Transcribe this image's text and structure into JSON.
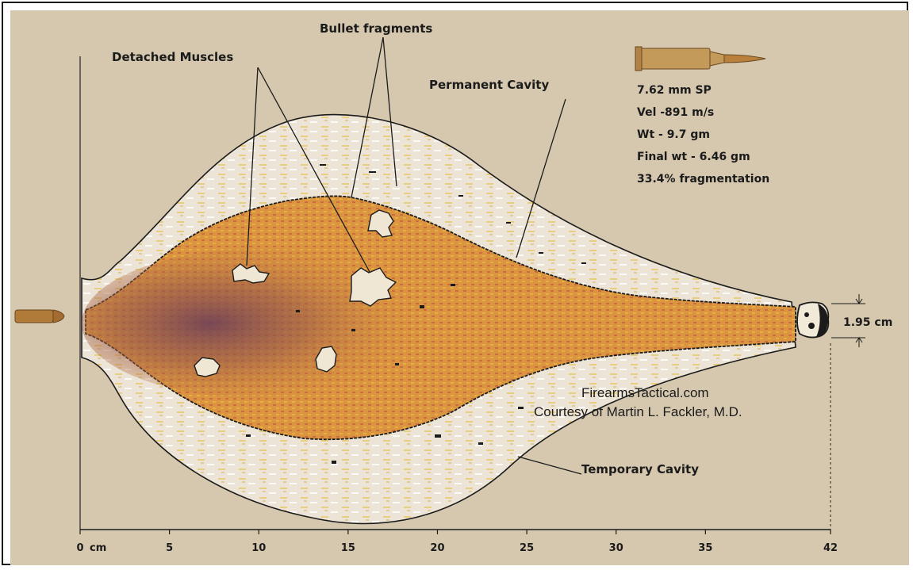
{
  "labels": {
    "detached_muscles": "Detached Muscles",
    "bullet_fragments": "Bullet fragments",
    "permanent_cavity": "Permanent Cavity",
    "temporary_cavity": "Temporary Cavity",
    "diameter": "1.95 cm"
  },
  "specs": [
    "7.62 mm SP",
    "Vel -891 m/s",
    "Wt - 9.7 gm",
    "Final wt - 6.46 gm",
    "33.4% fragmentation"
  ],
  "credit": {
    "site": "FirearmsTactical.com",
    "courtesy": "Courtesy of Martin L. Fackler, M.D."
  },
  "axis": {
    "unit": "cm",
    "ticks": [
      {
        "value": 0,
        "label": "0"
      },
      {
        "value": 5,
        "label": "5"
      },
      {
        "value": 10,
        "label": "10"
      },
      {
        "value": 15,
        "label": "15"
      },
      {
        "value": 20,
        "label": "20"
      },
      {
        "value": 25,
        "label": "25"
      },
      {
        "value": 30,
        "label": "30"
      },
      {
        "value": 35,
        "label": "35"
      },
      {
        "value": 42,
        "label": "42"
      }
    ]
  },
  "colors": {
    "background": "#d6c8ae",
    "temporary_cavity": "#ece4d6",
    "permanent_cavity": "#d9913e",
    "core": "#7a4a5a",
    "ink": "#1b1b1b"
  }
}
